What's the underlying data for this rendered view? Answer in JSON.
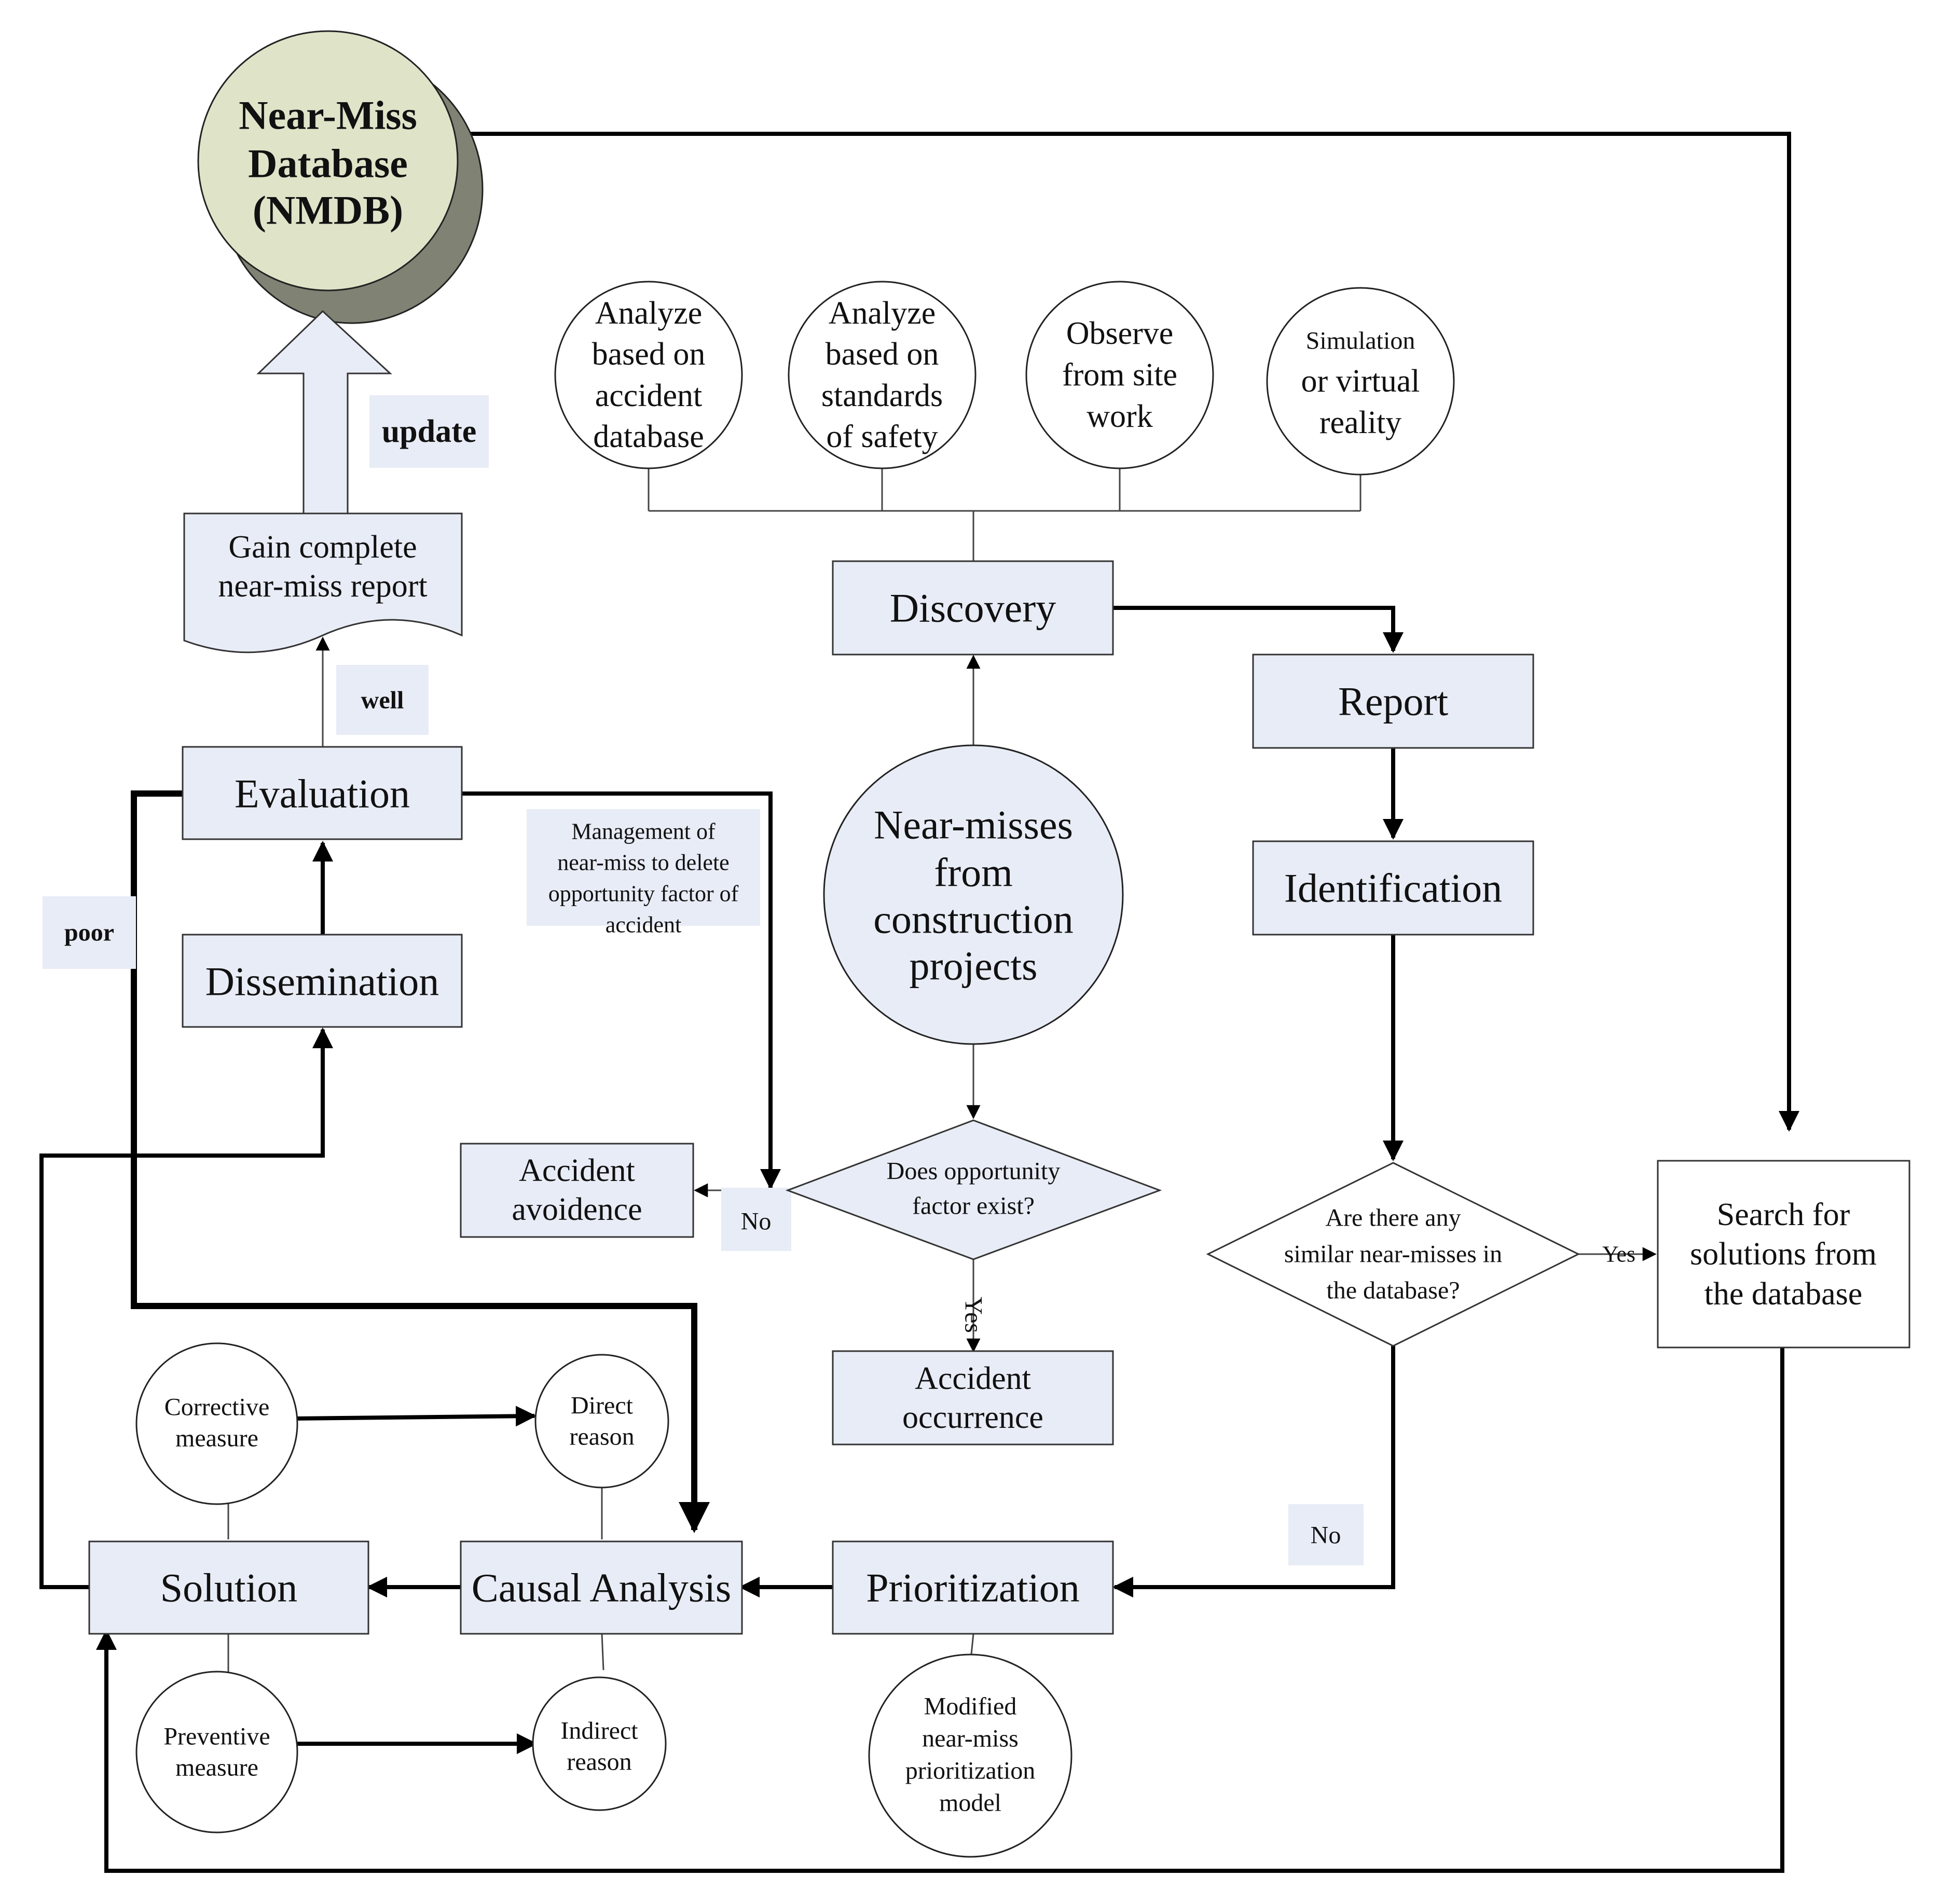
{
  "database": {
    "line1": "Near-Miss",
    "line2": "Database",
    "line3": "(NMDB)"
  },
  "labels": {
    "update": "update",
    "well": "well",
    "poor": "poor",
    "no_left": "No",
    "no_bottom": "No",
    "yes_down": "Yes",
    "yes_right": "Yes"
  },
  "gain_report": {
    "line1": "Gain complete",
    "line2": "near-miss report"
  },
  "sources": [
    {
      "lines": [
        "Analyze",
        "based on",
        "accident",
        "database"
      ]
    },
    {
      "lines": [
        "Analyze",
        "based on",
        "standards",
        "of safety"
      ]
    },
    {
      "lines": [
        "Observe",
        "from site",
        "work"
      ]
    },
    {
      "lines": [
        "Simulation",
        "or virtual",
        "reality"
      ]
    }
  ],
  "boxes": {
    "discovery": "Discovery",
    "report": "Report",
    "identification": "Identification",
    "evaluation": "Evaluation",
    "dissemination": "Dissemination",
    "solution": "Solution",
    "causal": "Causal Analysis",
    "prioritization": "Prioritization",
    "accident_avoidence": {
      "line1": "Accident",
      "line2": "avoidence"
    },
    "accident_occurrence": {
      "line1": "Accident",
      "line2": "occurrence"
    },
    "search": {
      "line1": "Search for",
      "line2": "solutions from",
      "line3": "the database"
    }
  },
  "center_circle": {
    "line1": "Near-misses",
    "line2": "from",
    "line3": "construction",
    "line4": "projects"
  },
  "management_note": {
    "line1": "Management of",
    "line2": "near-miss to delete",
    "line3": "opportunity factor of",
    "line4": "accident"
  },
  "diamond_opportunity": {
    "line1": "Does opportunity",
    "line2": "factor  exist?"
  },
  "diamond_similar": {
    "line1": "Are there any",
    "line2": "similar near-misses in",
    "line3": "the  database?"
  },
  "small_circles": {
    "corrective": {
      "line1": "Corrective",
      "line2": "measure"
    },
    "preventive": {
      "line1": "Preventive",
      "line2": "measure"
    },
    "direct": {
      "line1": "Direct",
      "line2": "reason"
    },
    "indirect": {
      "line1": "Indirect",
      "line2": "reason"
    },
    "modified": {
      "line1": "Modified",
      "line2": "near-miss",
      "line3": "prioritization",
      "line4": "model"
    }
  },
  "colors": {
    "box_fill": "#e8ecf6",
    "db_fill": "#dfe3c8",
    "db_shadow": "#808274",
    "line": "#000000"
  }
}
